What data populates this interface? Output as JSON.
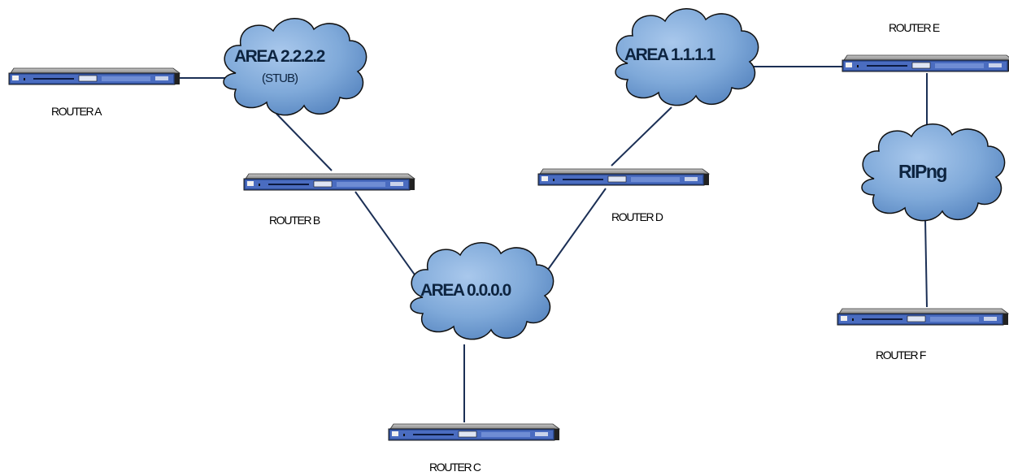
{
  "routers": {
    "a": {
      "label": "ROUTER A"
    },
    "b": {
      "label": "ROUTER B"
    },
    "c": {
      "label": "ROUTER C"
    },
    "d": {
      "label": "ROUTER D"
    },
    "e": {
      "label": "ROUTER E"
    },
    "f": {
      "label": "ROUTER F"
    }
  },
  "clouds": {
    "area2": {
      "label": "AREA 2.2.2.2",
      "sublabel": "(STUB)"
    },
    "area1": {
      "label": "AREA 1.1.1.1"
    },
    "area0": {
      "label": "AREA 0.0.0.0"
    },
    "ripng": {
      "label": "RIPng"
    }
  },
  "colors": {
    "cloud_fill": "#7fa9d9",
    "cloud_stroke": "#101010",
    "link": "#1b2f55",
    "router_body": "#2f4f9a"
  },
  "icons": {
    "router": "router-icon",
    "cloud": "network-cloud-icon"
  }
}
